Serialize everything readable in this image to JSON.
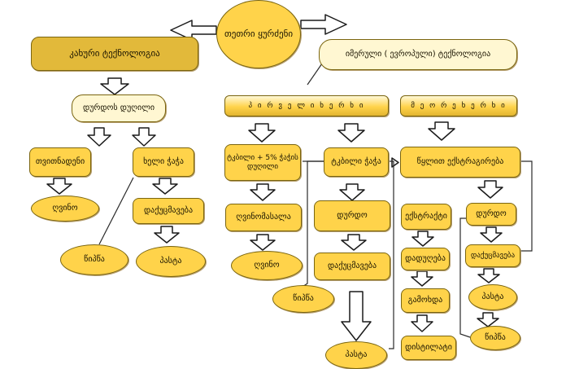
{
  "nodes": {
    "center": "თეთრი ყურძენი",
    "kakhuri_tech": "კახური ტექნოლოგია",
    "imeruli_tech": "იმერული ( ევროპული) ტექნოლოგია",
    "durdos_duglili": "დურდოს დუღილი",
    "tvitnadeni": "თვითნადენი",
    "kheli_tchacha": "ხელი ჭაჭა",
    "ghvino_left": "ღვინო",
    "dakuchmaveba_left": "დაქუცმავება",
    "tsipta_left": "წიპწა",
    "pasta_left": "პასტა",
    "pirveli_kerkhi": "პ ი რ ვ ე ლ ი   ხ ე რ ხ ი",
    "meore_kerkhi": "მ ე ო რ ე   ხ ე რ ხ ი",
    "tkbili_5": "ტკბილი + 5% ჭაჭის დუღილი",
    "tkbili_tchacha": "ტკბილი ჭაჭა",
    "tskhlit_eqstragireba": "წყლით ექსტრაგირება",
    "ghvinomasala": "ღვინომასალა",
    "durdo_mid": "დურდო",
    "eqstrakti": "ექსტრაქტი",
    "durdo_right": "დურდო",
    "ghvino_mid": "ღვინო",
    "dakuchmaveba_mid": "დაქუცმავება",
    "dadughva": "დადუღება",
    "dakuchmaveba_right": "დაქუცმავება",
    "tsipta_mid": "წიპწა",
    "gamokhda": "გამოხდა",
    "pasta_right": "პასტა",
    "pasta_bottom": "პასტა",
    "distilati": "დისტილატი",
    "tsipta_right": "წიპწა"
  },
  "colors": {
    "fill": "#ffd34a",
    "stroke": "#7a6510",
    "dark_fill": "#e2b93a",
    "light_fill": "#fff7d2"
  }
}
